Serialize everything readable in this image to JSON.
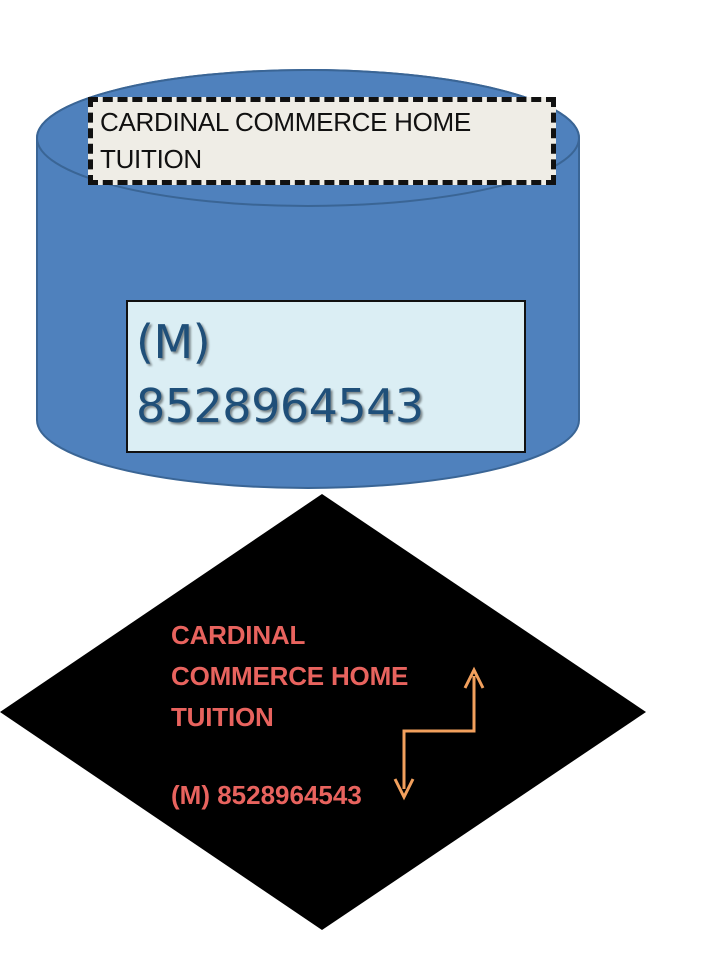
{
  "cylinder": {
    "title": "CARDINAL COMMERCE HOME TUITION",
    "title_line1": "CARDINAL COMMERCE HOME",
    "title_line2": "TUITION",
    "phone_line1": "(M)",
    "phone_line2": "8528964543"
  },
  "diamond": {
    "line1": "CARDINAL",
    "line2": "COMMERCE HOME",
    "line3": "TUITION",
    "phone": "(M) 8528964543"
  },
  "colors": {
    "cylinder_fill": "#4f81bd",
    "cylinder_stroke": "#3a6595",
    "label_fill": "#efede6",
    "phone_fill": "#dbeef4",
    "phone_text": "#1f4f79",
    "diamond_fill": "#000000",
    "red_text": "#e8635e",
    "arrow": "#f2a05d"
  }
}
